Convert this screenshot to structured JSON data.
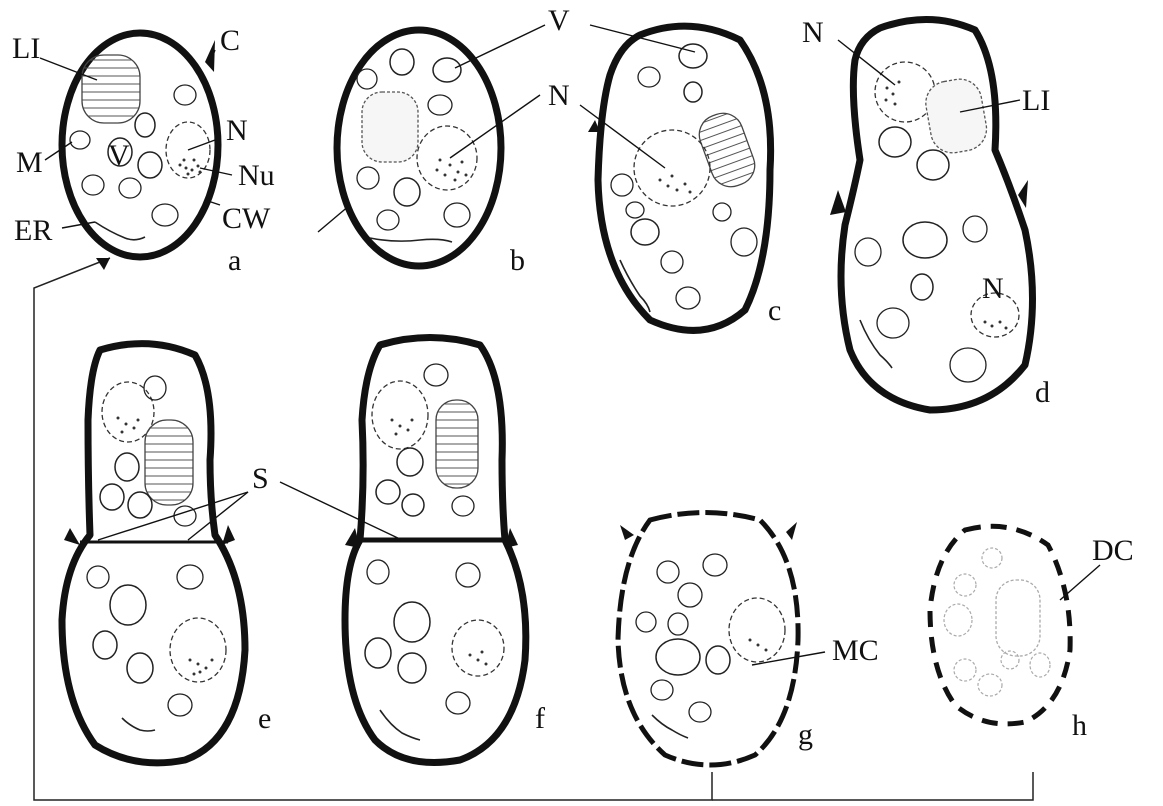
{
  "labels": {
    "LI": "LI",
    "C": "C",
    "V": "V",
    "N": "N",
    "Nu": "Nu",
    "M": "M",
    "ER": "ER",
    "CW": "CW",
    "S": "S",
    "MC": "MC",
    "DC": "DC"
  },
  "panels": {
    "a": "a",
    "b": "b",
    "c": "c",
    "d": "d",
    "e": "e",
    "f": "f",
    "g": "g",
    "h": "h"
  }
}
